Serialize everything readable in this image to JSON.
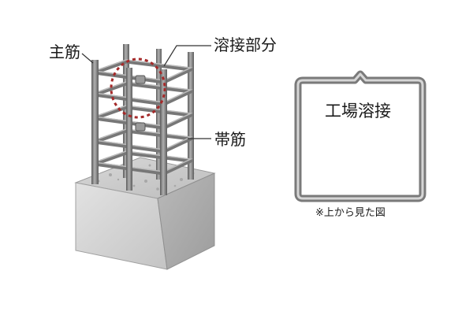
{
  "labels": {
    "main_bar": "主筋",
    "weld_part": "溶接部分",
    "hoop_bar": "帯筋",
    "factory_weld": "工場溶接",
    "top_view_note": "※上から見た図"
  },
  "colors": {
    "bar": "#8a8a8a",
    "bar_dark": "#5a5a5a",
    "concrete": "#c9c9c9",
    "weld_circle": "#a52a2a",
    "frame": "#7a7a7a",
    "text": "#1a1a1a"
  }
}
